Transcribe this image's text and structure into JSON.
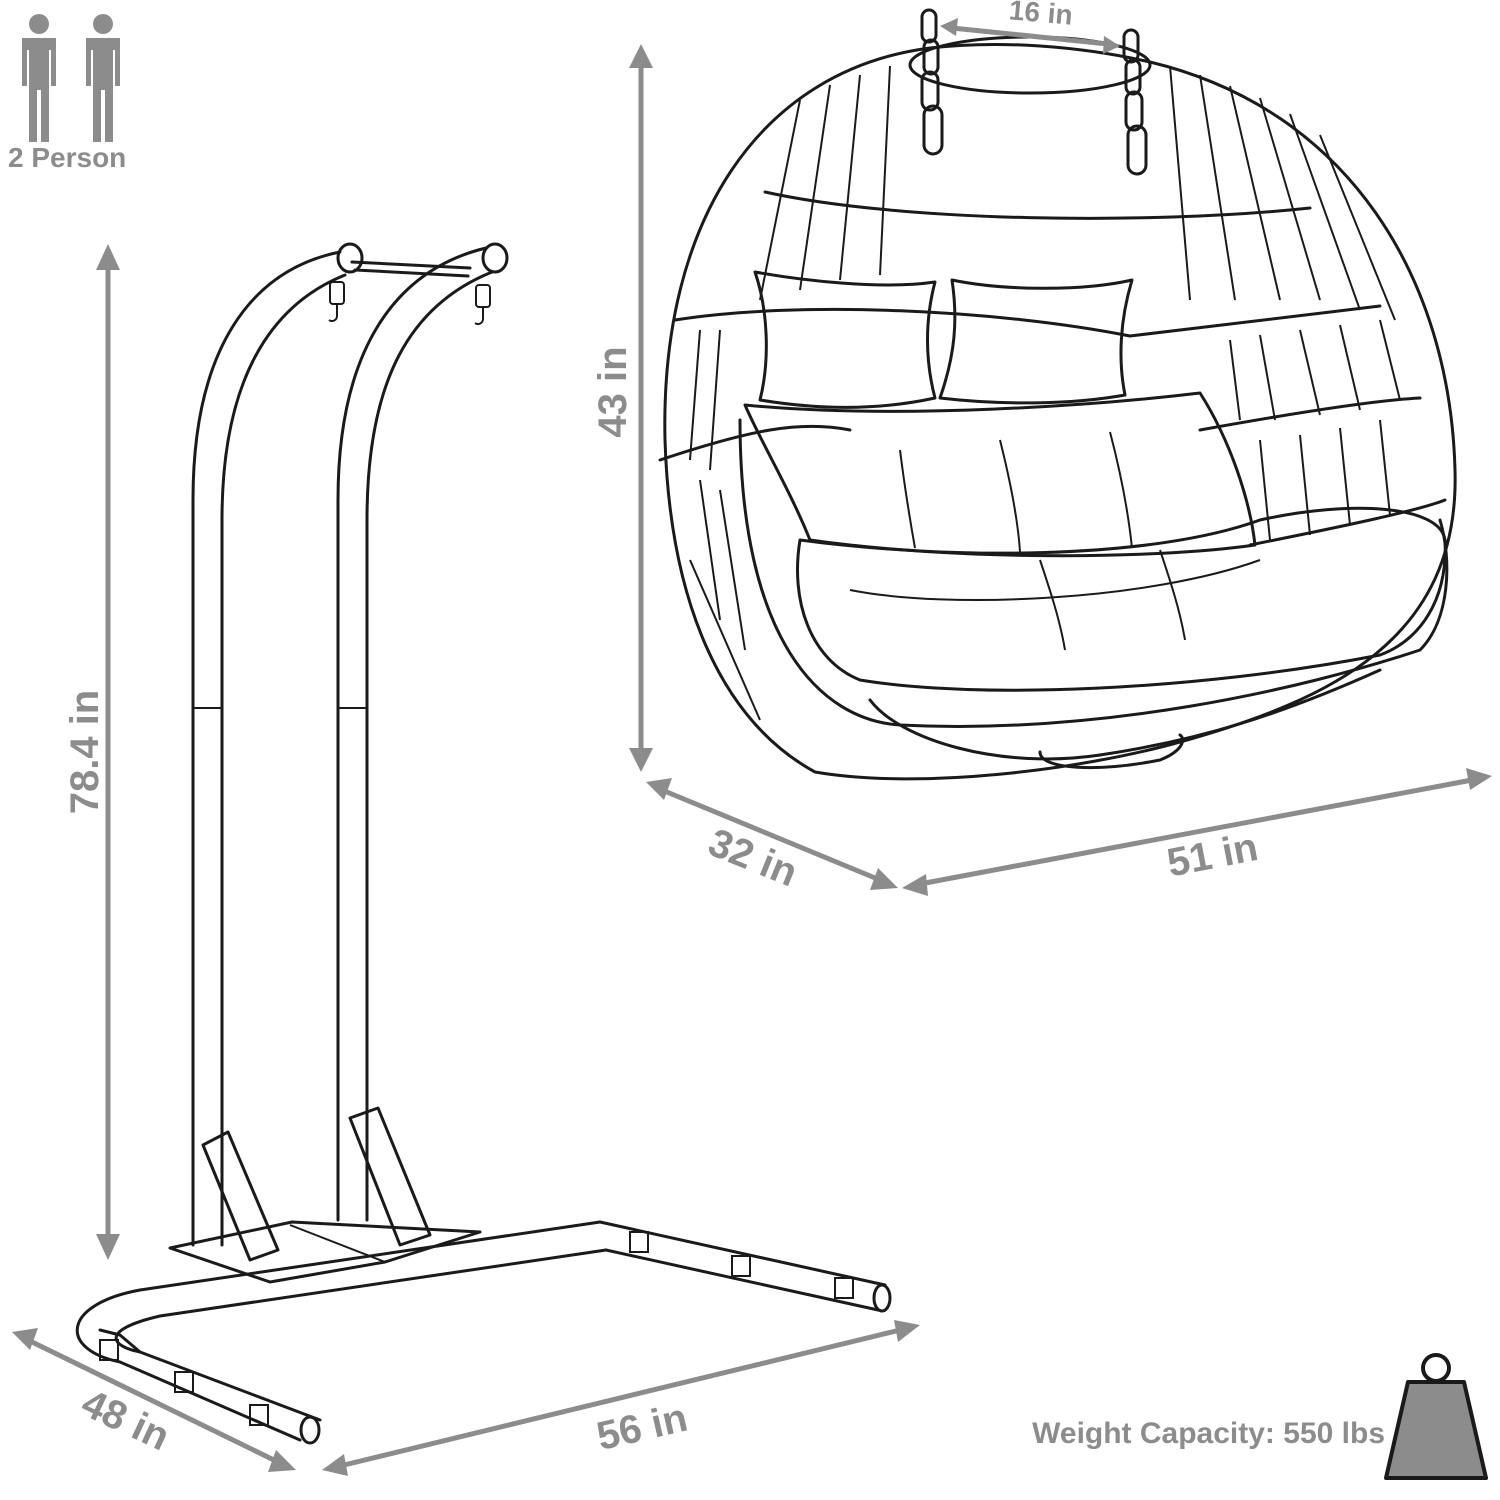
{
  "badge": {
    "capacity_label": "2 Person",
    "icon": "two-person-icon"
  },
  "dimensions": {
    "chair_top_width": "16 in",
    "chair_height": "43 in",
    "chair_depth": "32 in",
    "chair_width": "51 in",
    "stand_height": "78.4 in",
    "stand_depth": "48 in",
    "stand_width": "56 in"
  },
  "weight": {
    "label": "Weight Capacity:",
    "value": "550 lbs",
    "icon": "weight-icon"
  },
  "colors": {
    "dimension_gray": "#8c8c8c",
    "line_ink": "#1a1a1a"
  }
}
